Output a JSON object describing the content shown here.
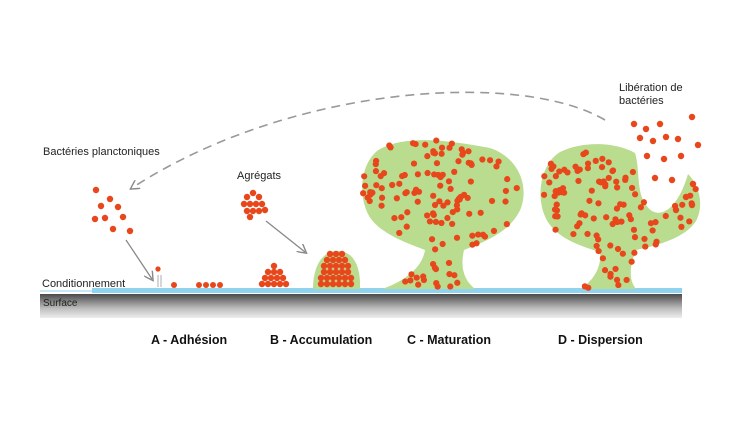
{
  "labels": {
    "planktonic": "Bactéries planctoniques",
    "aggregates": "Agrégats",
    "release_line1": "Libération de",
    "release_line2": "bactéries",
    "conditioning": "Conditionnement",
    "surface": "Surface"
  },
  "stages": [
    {
      "id": "A",
      "label": "A - Adhésion"
    },
    {
      "id": "B",
      "label": "B - Accumulation"
    },
    {
      "id": "C",
      "label": "C - Maturation"
    },
    {
      "id": "D",
      "label": "D - Dispersion"
    }
  ],
  "colors": {
    "bacteria": "#e8461b",
    "biofilm": "#b9dc8e",
    "conditioning_layer": "#8fd3ee",
    "surface_dark": "#555555",
    "surface_light": "#d9d9d9",
    "arrow": "#888888"
  }
}
